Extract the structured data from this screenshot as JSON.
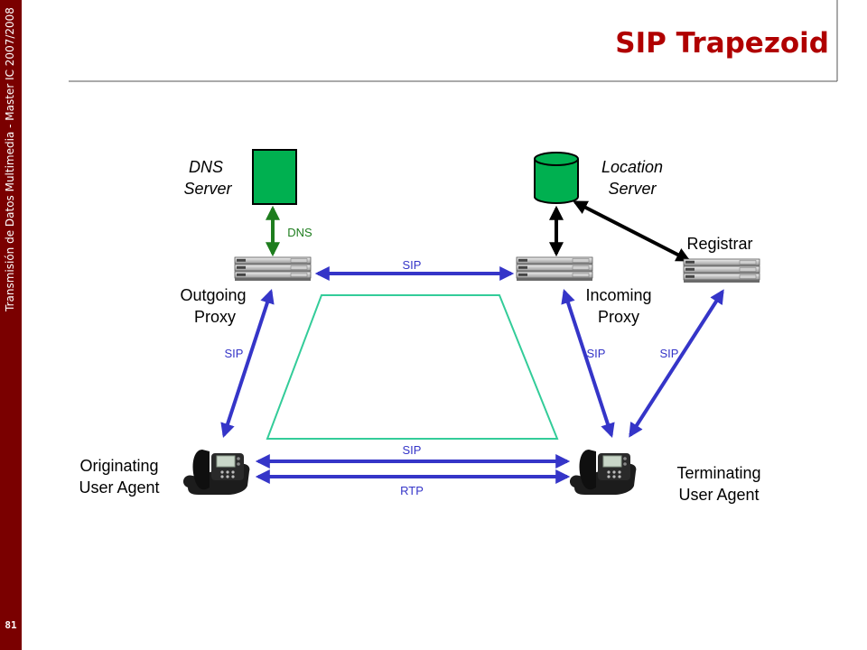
{
  "sidebar": {
    "text": "Transmisión de Datos Multimedia - Master IC 2007/2008",
    "page_number": "81"
  },
  "title": "SIP Trapezoid",
  "nodes": {
    "dns_server": "DNS\nServer",
    "location_server": "Location\nServer",
    "registrar": "Registrar",
    "outgoing_proxy": "Outgoing\nProxy",
    "incoming_proxy": "Incoming\nProxy",
    "originating_ua": "Originating\nUser Agent",
    "terminating_ua": "Terminating\nUser Agent"
  },
  "links": {
    "dns": "DNS",
    "sip_proxies": "SIP",
    "sip_left": "SIP",
    "sip_mid": "SIP",
    "sip_right": "SIP",
    "sip_ua": "SIP",
    "rtp": "RTP"
  },
  "colors": {
    "sidebar": "#7a0000",
    "title": "#b00000",
    "sip": "#3535c8",
    "dns": "#1e7d1e",
    "server": "#00b050",
    "trapezoid": "#33cc99"
  }
}
